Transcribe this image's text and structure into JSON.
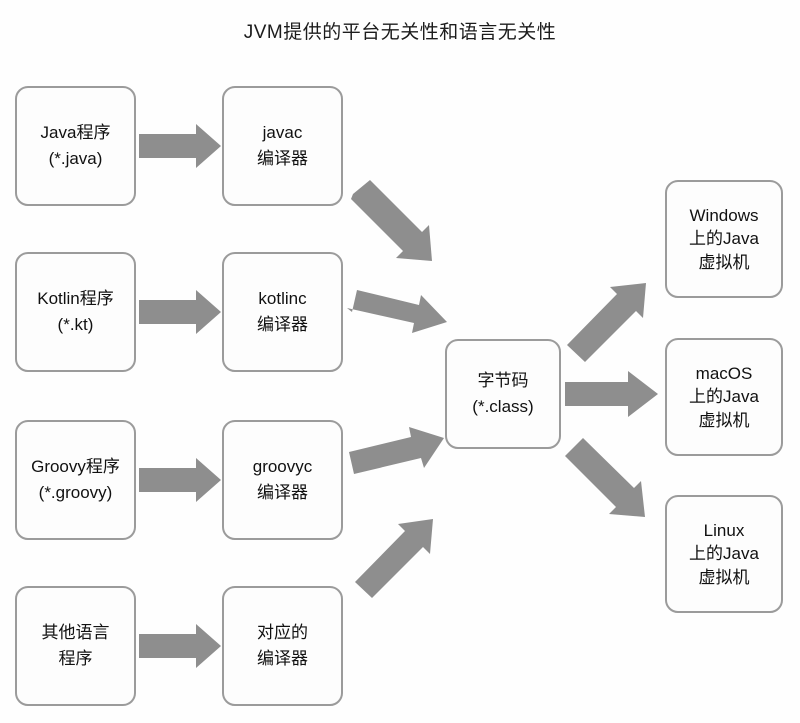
{
  "diagram": {
    "title": "JVM提供的平台无关性和语言无关性",
    "background": "#fefefe",
    "node_fill": "#fdfdfd",
    "node_border": "#9b9b9b",
    "arrow_color": "#8e8e8e",
    "text_color": "#111111"
  },
  "sources": [
    {
      "line1": "Java程序",
      "line2": "(*.java)"
    },
    {
      "line1": "Kotlin程序",
      "line2": "(*.kt)"
    },
    {
      "line1": "Groovy程序",
      "line2": "(*.groovy)"
    },
    {
      "line1": "其他语言",
      "line2": "程序"
    }
  ],
  "compilers": [
    {
      "line1": "javac",
      "line2": "编译器"
    },
    {
      "line1": "kotlinc",
      "line2": "编译器"
    },
    {
      "line1": "groovyc",
      "line2": "编译器"
    },
    {
      "line1": "对应的",
      "line2": "编译器"
    }
  ],
  "bytecode": {
    "line1": "字节码",
    "line2": "(*.class)"
  },
  "vms": [
    {
      "line1": "Windows",
      "line2": "上的Java",
      "line3": "虚拟机"
    },
    {
      "line1": "macOS",
      "line2": "上的Java",
      "line3": "虚拟机"
    },
    {
      "line1": "Linux",
      "line2": "上的Java",
      "line3": "虚拟机"
    }
  ],
  "chart_data": {
    "type": "diagram",
    "title": "JVM提供的平台无关性和语言无关性",
    "nodes": [
      {
        "id": "src-java",
        "label": "Java程序 (*.java)",
        "col": 1,
        "row": 1
      },
      {
        "id": "src-kotlin",
        "label": "Kotlin程序 (*.kt)",
        "col": 1,
        "row": 2
      },
      {
        "id": "src-groovy",
        "label": "Groovy程序 (*.groovy)",
        "col": 1,
        "row": 3
      },
      {
        "id": "src-other",
        "label": "其他语言程序",
        "col": 1,
        "row": 4
      },
      {
        "id": "cc-javac",
        "label": "javac编译器",
        "col": 2,
        "row": 1
      },
      {
        "id": "cc-kotlinc",
        "label": "kotlinc编译器",
        "col": 2,
        "row": 2
      },
      {
        "id": "cc-groovyc",
        "label": "groovyc编译器",
        "col": 2,
        "row": 3
      },
      {
        "id": "cc-other",
        "label": "对应的编译器",
        "col": 2,
        "row": 4
      },
      {
        "id": "bytecode",
        "label": "字节码 (*.class)",
        "col": 3,
        "row": 0
      },
      {
        "id": "vm-windows",
        "label": "Windows上的Java虚拟机",
        "col": 4,
        "row": 1
      },
      {
        "id": "vm-macos",
        "label": "macOS上的Java虚拟机",
        "col": 4,
        "row": 2
      },
      {
        "id": "vm-linux",
        "label": "Linux上的Java虚拟机",
        "col": 4,
        "row": 3
      }
    ],
    "edges": [
      {
        "from": "src-java",
        "to": "cc-javac"
      },
      {
        "from": "src-kotlin",
        "to": "cc-kotlinc"
      },
      {
        "from": "src-groovy",
        "to": "cc-groovyc"
      },
      {
        "from": "src-other",
        "to": "cc-other"
      },
      {
        "from": "cc-javac",
        "to": "bytecode"
      },
      {
        "from": "cc-kotlinc",
        "to": "bytecode"
      },
      {
        "from": "cc-groovyc",
        "to": "bytecode"
      },
      {
        "from": "cc-other",
        "to": "bytecode"
      },
      {
        "from": "bytecode",
        "to": "vm-windows"
      },
      {
        "from": "bytecode",
        "to": "vm-macos"
      },
      {
        "from": "bytecode",
        "to": "vm-linux"
      }
    ]
  }
}
